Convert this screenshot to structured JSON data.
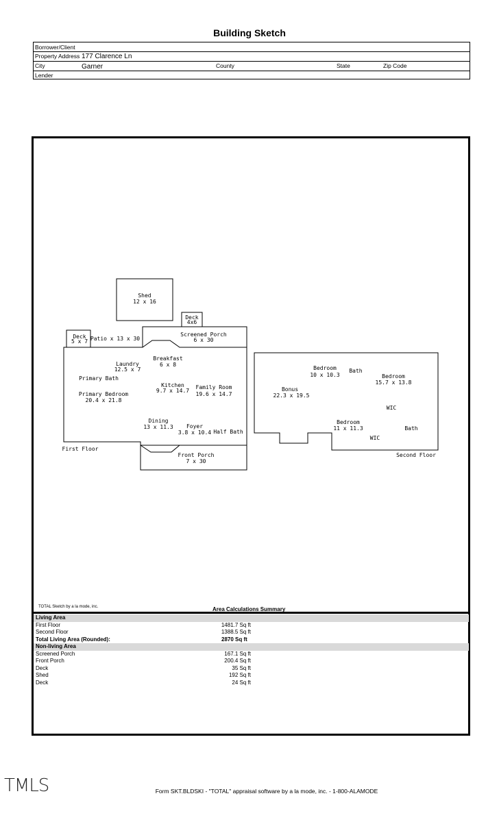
{
  "title": "Building Sketch",
  "header": {
    "borrower_label": "Borrower/Client",
    "borrower_value": "",
    "address_label": "Property Address",
    "address_value": "177 Clarence Ln",
    "city_label": "City",
    "city_value": "Garner",
    "county_label": "County",
    "state_label": "State",
    "zip_label": "Zip Code",
    "lender_label": "Lender"
  },
  "sketch": {
    "rooms": {
      "shed": "Shed",
      "shed_dim": "12 x 16",
      "deck_small": "Deck",
      "deck_small_dim": "4x6",
      "deck_left": "Deck",
      "deck_left_dim": "5 x 7",
      "patio": "Patio x 13 x 30",
      "screened_porch": "Screened Porch",
      "screened_porch_dim": "6 x 30",
      "laundry": "Laundry",
      "laundry_dim": "12.5 x 7",
      "breakfast": "Breakfast",
      "breakfast_dim": "6 x 8",
      "primary_bath": "Primary Bath",
      "primary_bedroom": "Primary Bedroom",
      "primary_bedroom_dim": "20.4 x 21.8",
      "kitchen": "Kitchen",
      "kitchen_dim": "9.7 x 14.7",
      "family_room": "Family Room",
      "family_room_dim": "19.6 x 14.7",
      "dining": "Dining",
      "dining_dim": "13 x 11.3",
      "foyer": "Foyer",
      "foyer_dim": "3.8 x 10.4",
      "half_bath": "Half Bath",
      "front_porch": "Front Porch",
      "front_porch_dim": "7 x 30",
      "first_floor": "First Floor",
      "bedroom1": "Bedroom",
      "bedroom1_dim": "10 x 10.3",
      "bath1": "Bath",
      "bedroom2": "Bedroom",
      "bedroom2_dim": "15.7 x 13.8",
      "bonus": "Bonus",
      "bonus_dim": "22.3 x 19.5",
      "wic1": "WIC",
      "bedroom3": "Bedroom",
      "bedroom3_dim": "11 x 11.3",
      "bath2": "Bath",
      "wic2": "WIC",
      "second_floor": "Second Floor"
    }
  },
  "summary": {
    "software_note": "TOTAL Sketch by a la mode, inc.",
    "title": "Area Calculations Summary",
    "living_header": "Living Area",
    "living_rows": [
      {
        "name": "First Floor",
        "value": "1481.7 Sq ft"
      },
      {
        "name": "Second Floor",
        "value": "1388.5 Sq ft"
      }
    ],
    "total_label": "Total Living Area (Rounded):",
    "total_value": "2870 Sq ft",
    "nonliving_header": "Non-living Area",
    "nonliving_rows": [
      {
        "name": "Screened Porch",
        "value": "167.1 Sq ft"
      },
      {
        "name": "Front Porch",
        "value": "200.4 Sq ft"
      },
      {
        "name": "Deck",
        "value": "35 Sq ft"
      },
      {
        "name": "Shed",
        "value": "192 Sq ft"
      },
      {
        "name": "Deck",
        "value": "24 Sq ft"
      }
    ]
  },
  "logo_text": "TMLS",
  "footer": "Form SKT.BLDSKI - \"TOTAL\" appraisal software by a la mode, inc. - 1-800-ALAMODE"
}
